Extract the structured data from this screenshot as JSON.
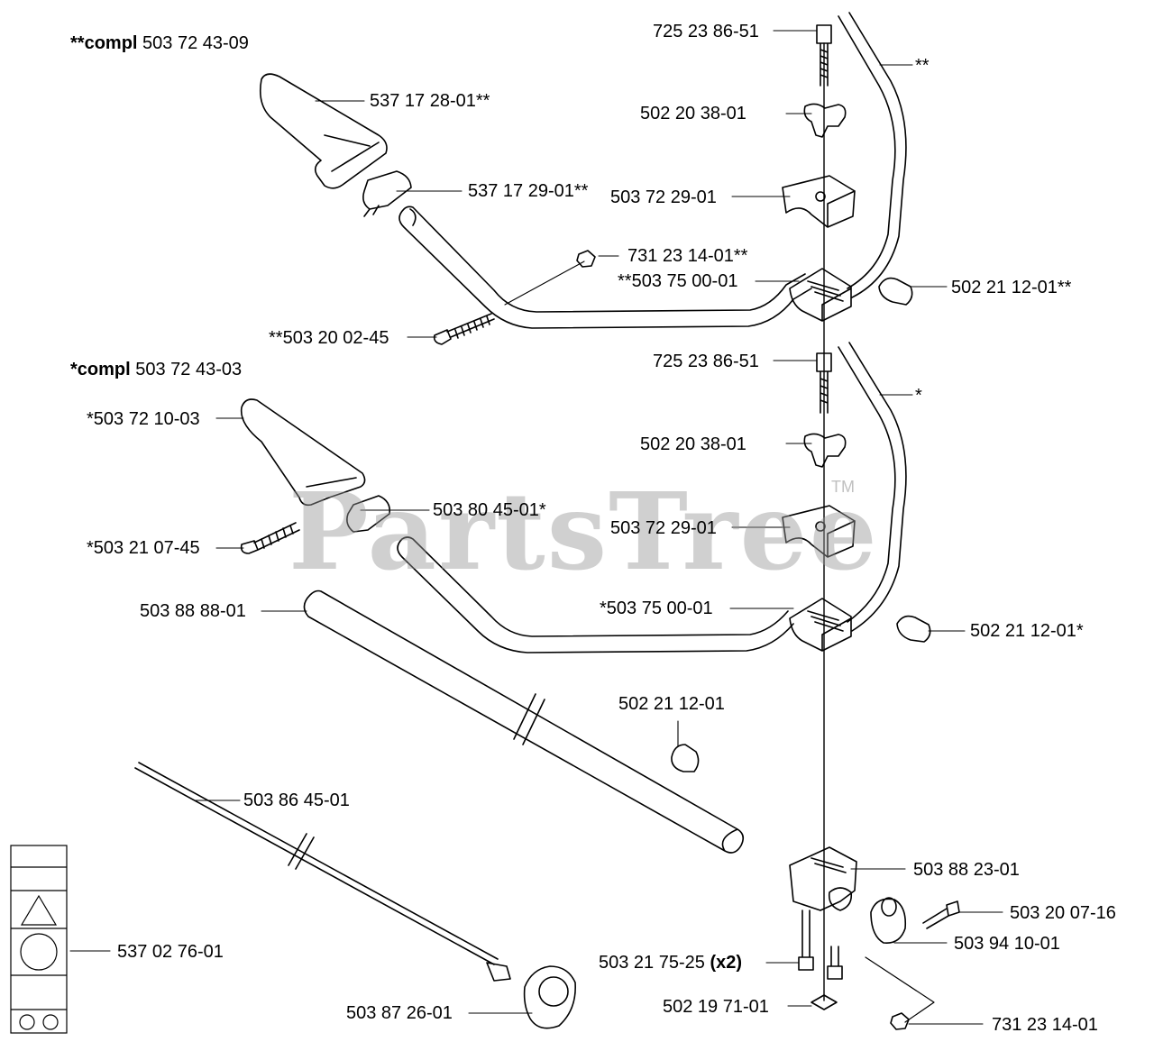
{
  "assembly_labels": {
    "upper_prefix": "**compl",
    "upper_number": "503 72 43-09",
    "lower_prefix": "*compl",
    "lower_number": "503 72 43-03"
  },
  "watermark": {
    "text": "PartsTree",
    "tm": "TM"
  },
  "parts": {
    "p1": "725 23 86-51",
    "p2": "537 17 28-01**",
    "p3": "502 20 38-01",
    "p4": "537 17 29-01**",
    "p5": "503 72 29-01",
    "p6": "731 23 14-01**",
    "p7": "**503 75 00-01",
    "p8": "502 21 12-01**",
    "p9": "**503 20 02-45",
    "p10": "725 23 86-51",
    "p11": "*503 72 10-03",
    "p12": "502 20 38-01",
    "p13": "503 80 45-01*",
    "p14": "503 72 29-01",
    "p15": "*503 21 07-45",
    "p16": "503 88 88-01",
    "p17": "*503 75 00-01",
    "p18": "502 21 12-01*",
    "p19": "502 21 12-01",
    "p20": "503 86 45-01",
    "p21": "503 88 23-01",
    "p22": "503 20 07-16",
    "p23": "537 02 76-01",
    "p24": "503 94 10-01",
    "p25_num": "503 21 75-25",
    "p25_qty": "(x2)",
    "p26": "502 19 71-01",
    "p27": "503 87 26-01",
    "p28": "731 23 14-01",
    "handle_mark_upper": "**",
    "handle_mark_lower": "*"
  }
}
